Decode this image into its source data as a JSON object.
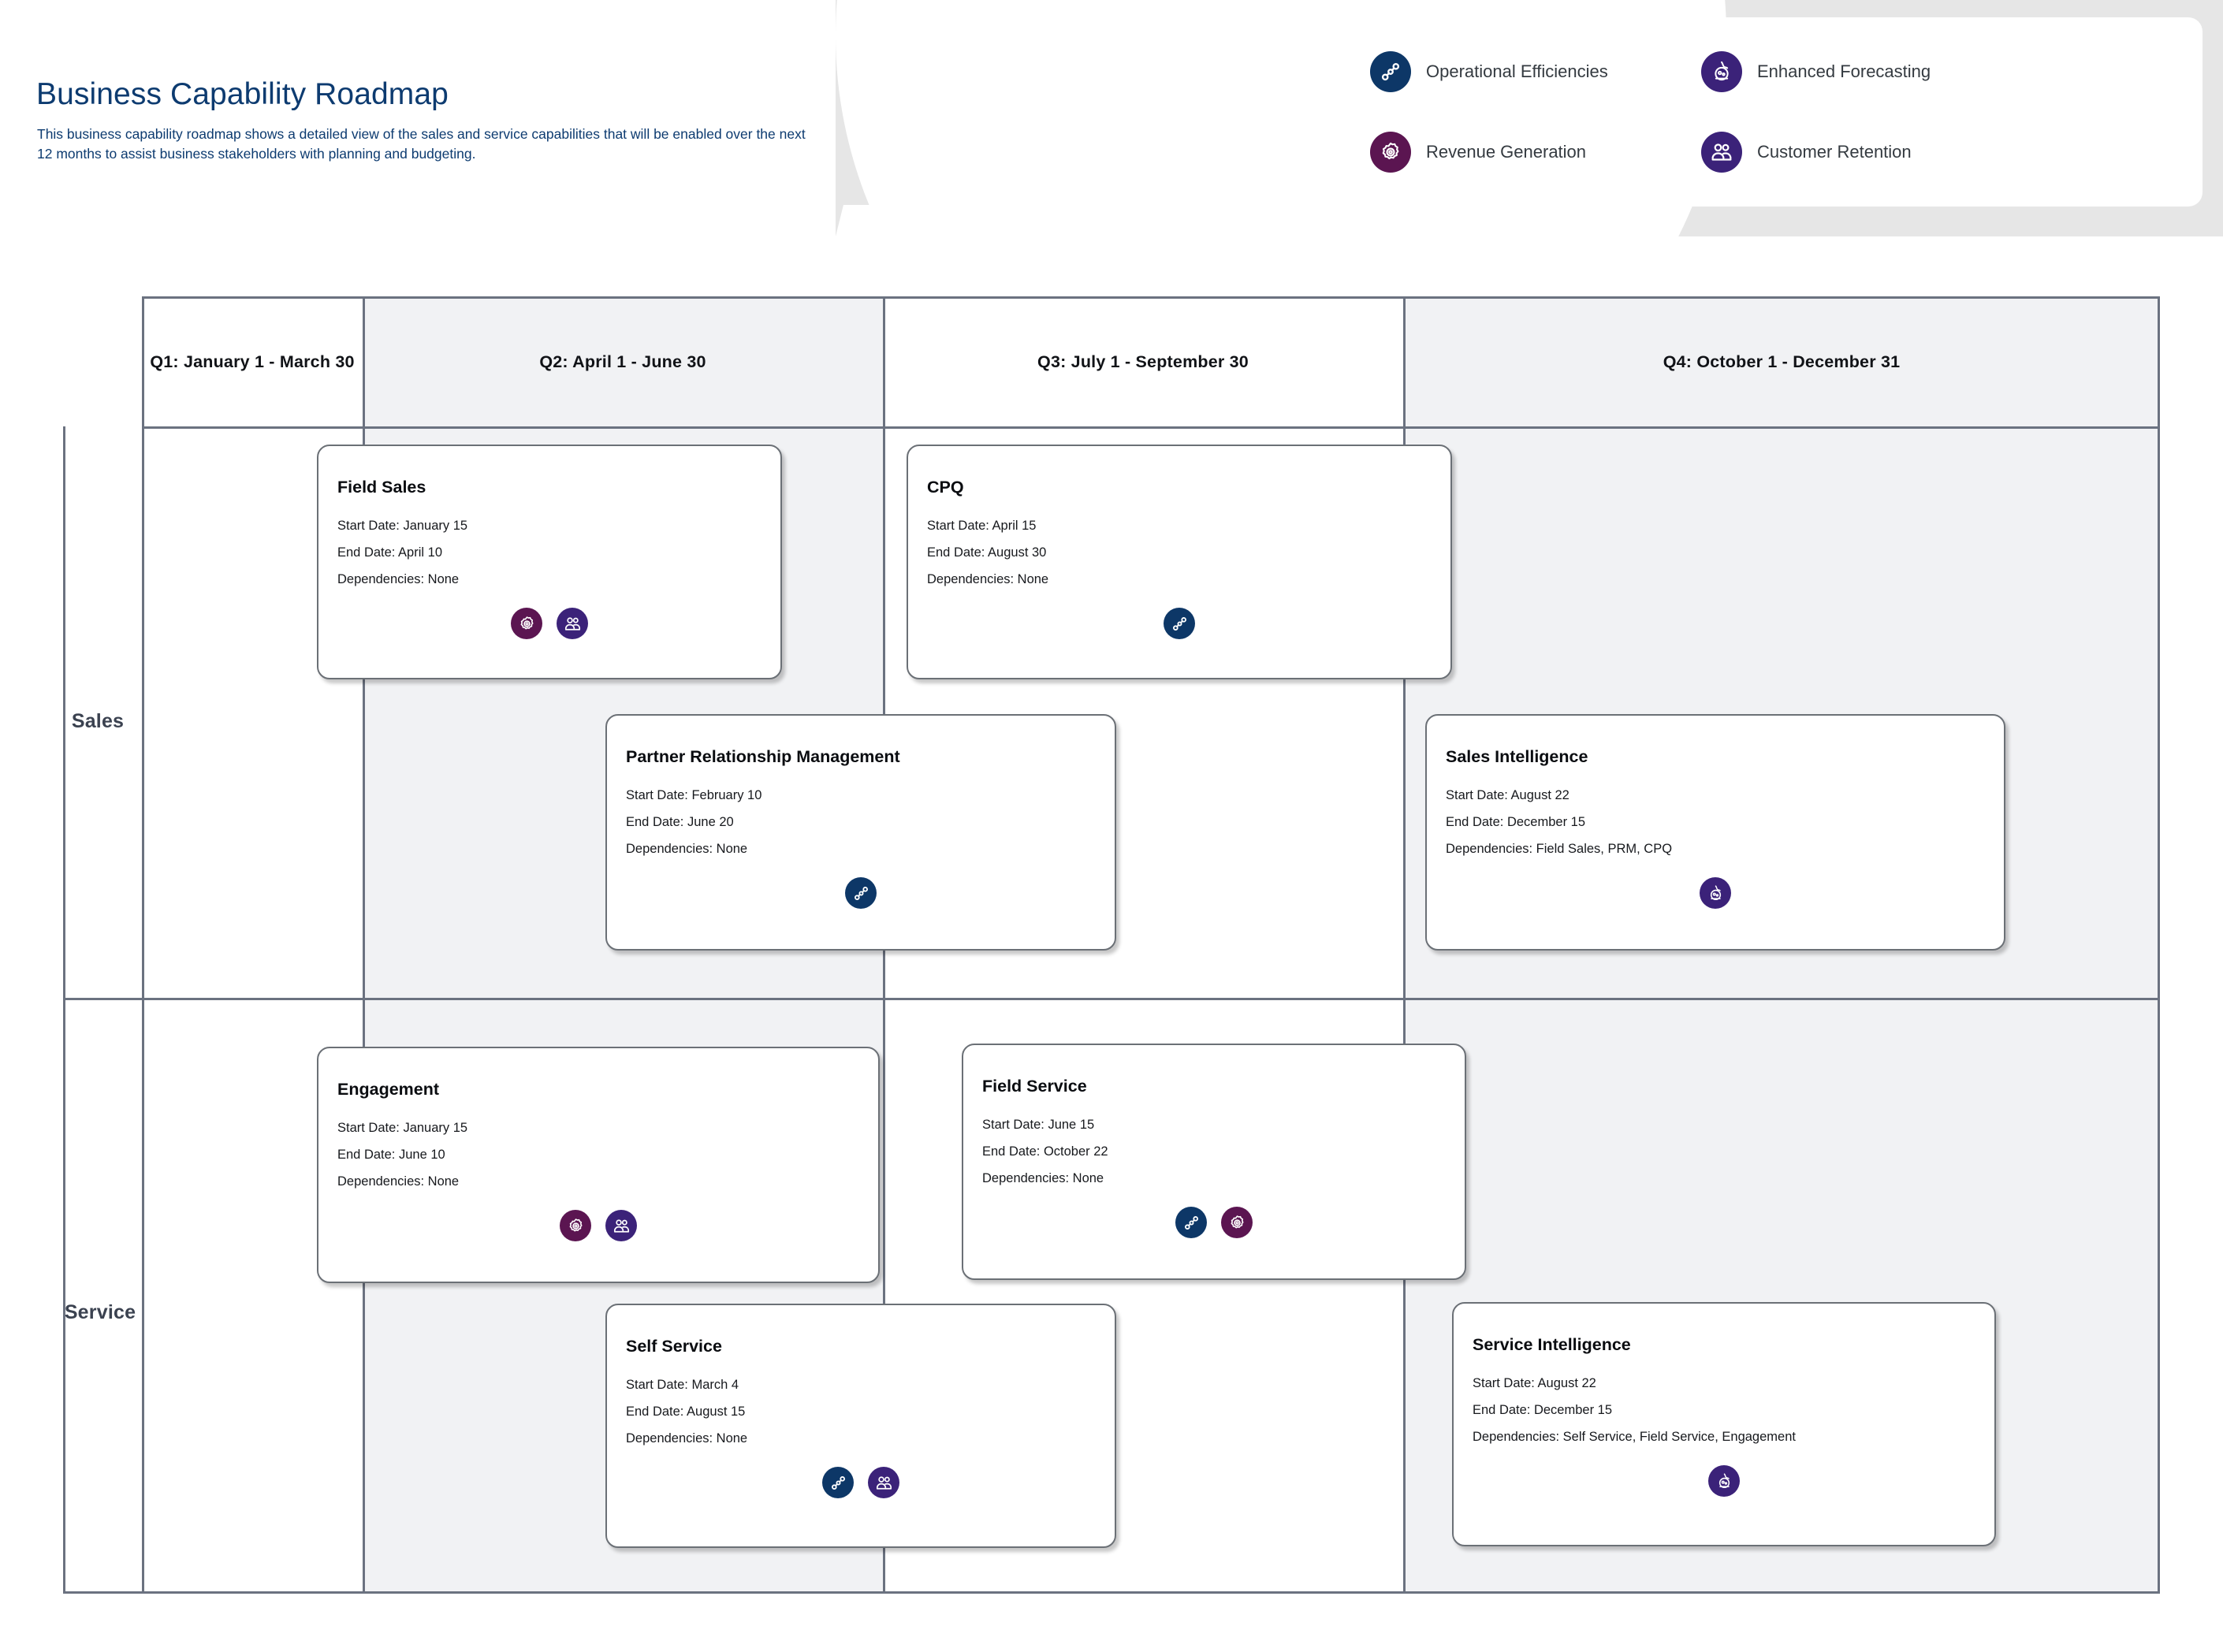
{
  "header": {
    "title": "Business Capability Roadmap",
    "subtitle": "This business capability roadmap shows a detailed view of the sales and service capabilities that will be enabled over the next 12 months to assist business stakeholders with planning and budgeting."
  },
  "legend": {
    "items": [
      {
        "id": "operational-efficiencies",
        "label": "Operational Efficiencies",
        "icon": "link-nodes-icon",
        "color": "#0d3767"
      },
      {
        "id": "enhanced-forecasting",
        "label": "Enhanced Forecasting",
        "icon": "crystal-ball-icon",
        "color": "#3b2279"
      },
      {
        "id": "revenue-generation",
        "label": "Revenue Generation",
        "icon": "gear-target-icon",
        "color": "#5b1551"
      },
      {
        "id": "customer-retention",
        "label": "Customer Retention",
        "icon": "people-icon",
        "color": "#3b2279"
      }
    ]
  },
  "grid": {
    "quarters": [
      {
        "id": "q1",
        "label": "Q1: January 1  - March 30"
      },
      {
        "id": "q2",
        "label": "Q2: April 1 - June 30"
      },
      {
        "id": "q3",
        "label": "Q3: July 1 - September 30"
      },
      {
        "id": "q4",
        "label": "Q4: October 1 - December 31"
      }
    ],
    "rows": [
      {
        "id": "sales",
        "label": "Sales"
      },
      {
        "id": "service",
        "label": "Service"
      }
    ]
  },
  "labels": {
    "start": "Start Date:",
    "end": "End Date:",
    "dependencies": "Dependencies:"
  },
  "cards": [
    {
      "id": "field-sales",
      "row": "sales",
      "title": "Field Sales",
      "start": "Start Date: January 15",
      "end": "End Date:  April 10",
      "deps": "Dependencies: None",
      "icons": [
        "revenue-generation",
        "customer-retention"
      ]
    },
    {
      "id": "cpq",
      "row": "sales",
      "title": "CPQ",
      "start": "Start Date: April 15",
      "end": "End Date: August 30",
      "deps": "Dependencies:  None",
      "icons": [
        "operational-efficiencies"
      ]
    },
    {
      "id": "partner-relationship-management",
      "row": "sales",
      "title": "Partner Relationship Management",
      "start": "Start Date: February 10",
      "end": "End Date: June 20",
      "deps": "Dependencies: None",
      "icons": [
        "operational-efficiencies"
      ]
    },
    {
      "id": "sales-intelligence",
      "row": "sales",
      "title": "Sales Intelligence",
      "start": "Start Date: August 22",
      "end": "End Date: December 15",
      "deps": "Dependencies: Field Sales, PRM, CPQ",
      "icons": [
        "enhanced-forecasting"
      ]
    },
    {
      "id": "engagement",
      "row": "service",
      "title": "Engagement",
      "start": "Start Date: January 15",
      "end": "End Date: June 10",
      "deps": "Dependencies:  None",
      "icons": [
        "revenue-generation",
        "customer-retention"
      ]
    },
    {
      "id": "field-service",
      "row": "service",
      "title": "Field Service",
      "start": "Start Date: June 15",
      "end": "End Date: October 22",
      "deps": "Dependencies: None",
      "icons": [
        "operational-efficiencies",
        "revenue-generation"
      ]
    },
    {
      "id": "self-service",
      "row": "service",
      "title": "Self Service",
      "start": "Start Date: March 4",
      "end": "End Date:  August 15",
      "deps": "Dependencies: None",
      "icons": [
        "operational-efficiencies",
        "customer-retention"
      ]
    },
    {
      "id": "service-intelligence",
      "row": "service",
      "title": "Service Intelligence",
      "start": "Start Date: August 22",
      "end": "End Date: December 15",
      "deps": "Dependencies: Self Service, Field Service, Engagement",
      "icons": [
        "enhanced-forecasting"
      ]
    }
  ],
  "colors": {
    "brand_blue": "#0d3b70",
    "icon_navy": "#0d3767",
    "icon_purple": "#3b2279",
    "icon_plum": "#5b1551",
    "grid_line": "#6b7280",
    "shade": "#f1f2f4",
    "header_band": "#e6e6e6"
  }
}
